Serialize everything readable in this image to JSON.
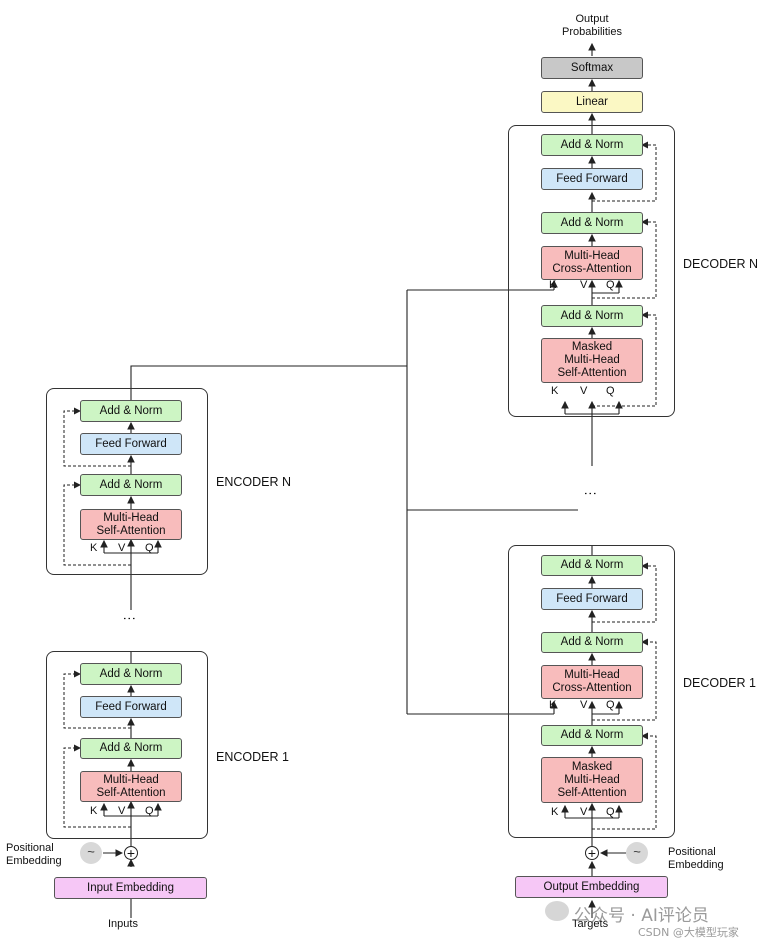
{
  "encoder_n": {
    "label": "ENCODER N",
    "add_norm_top": "Add & Norm",
    "feed_forward": "Feed Forward",
    "add_norm_mid": "Add & Norm",
    "attention": "Multi-Head\nSelf-Attention",
    "k": "K",
    "v": "V",
    "q": "Q"
  },
  "encoder_1": {
    "label": "ENCODER 1",
    "add_norm_top": "Add & Norm",
    "feed_forward": "Feed Forward",
    "add_norm_mid": "Add & Norm",
    "attention": "Multi-Head\nSelf-Attention",
    "k": "K",
    "v": "V",
    "q": "Q"
  },
  "decoder_n": {
    "label": "DECODER N",
    "add_norm_top": "Add & Norm",
    "feed_forward": "Feed Forward",
    "add_norm_cross": "Add & Norm",
    "cross_attention": "Multi-Head\nCross-Attention",
    "add_norm_masked": "Add & Norm",
    "masked_attention": "Masked\nMulti-Head\nSelf-Attention",
    "cross_k": "K",
    "cross_v": "V",
    "cross_q": "Q",
    "self_k": "K",
    "self_v": "V",
    "self_q": "Q"
  },
  "decoder_1": {
    "label": "DECODER 1",
    "add_norm_top": "Add & Norm",
    "feed_forward": "Feed Forward",
    "add_norm_cross": "Add & Norm",
    "cross_attention": "Multi-Head\nCross-Attention",
    "add_norm_masked": "Add & Norm",
    "masked_attention": "Masked\nMulti-Head\nSelf-Attention",
    "cross_k": "K",
    "cross_v": "V",
    "cross_q": "Q",
    "self_k": "K",
    "self_v": "V",
    "self_q": "Q"
  },
  "output_head": {
    "output_label": "Output\nProbabilities",
    "softmax": "Softmax",
    "linear": "Linear"
  },
  "encoder_input": {
    "positional_label": "Positional\nEmbedding",
    "embedding": "Input Embedding",
    "inputs": "Inputs"
  },
  "decoder_input": {
    "positional_label": "Positional\nEmbedding",
    "embedding": "Output Embedding",
    "targets": "Targets"
  },
  "symbols": {
    "plus": "+",
    "wave": "~",
    "dots": "⋮"
  },
  "watermark": {
    "line1": "公众号 · AI评论员",
    "line2": "CSDN @大模型玩家"
  }
}
